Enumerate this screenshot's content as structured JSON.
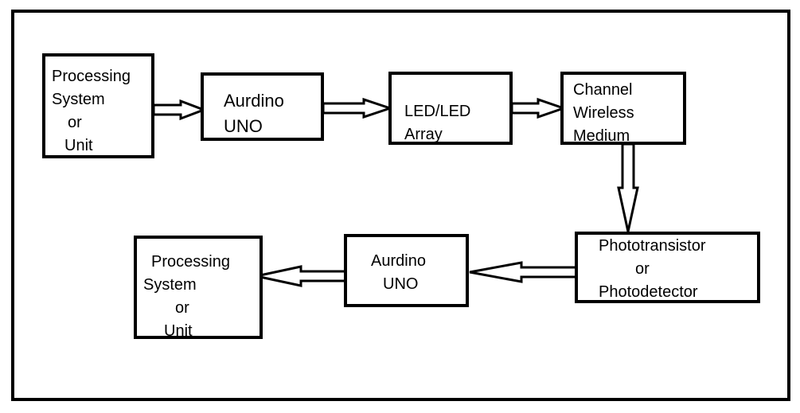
{
  "diagram": {
    "top_row": [
      {
        "lines": [
          "Processing",
          "System",
          "or",
          "Unit"
        ]
      },
      {
        "lines": [
          "Aurdino",
          "UNO"
        ]
      },
      {
        "lines": [
          "LED/LED",
          "Array"
        ]
      },
      {
        "lines": [
          "Channel",
          "Wireless",
          "Medium"
        ]
      }
    ],
    "bottom_row": [
      {
        "lines": [
          "Phototransistor",
          "or",
          "Photodetector"
        ]
      },
      {
        "lines": [
          "Aurdino",
          "UNO"
        ]
      },
      {
        "lines": [
          "Processing",
          "System",
          "or",
          "Unit"
        ]
      }
    ]
  }
}
